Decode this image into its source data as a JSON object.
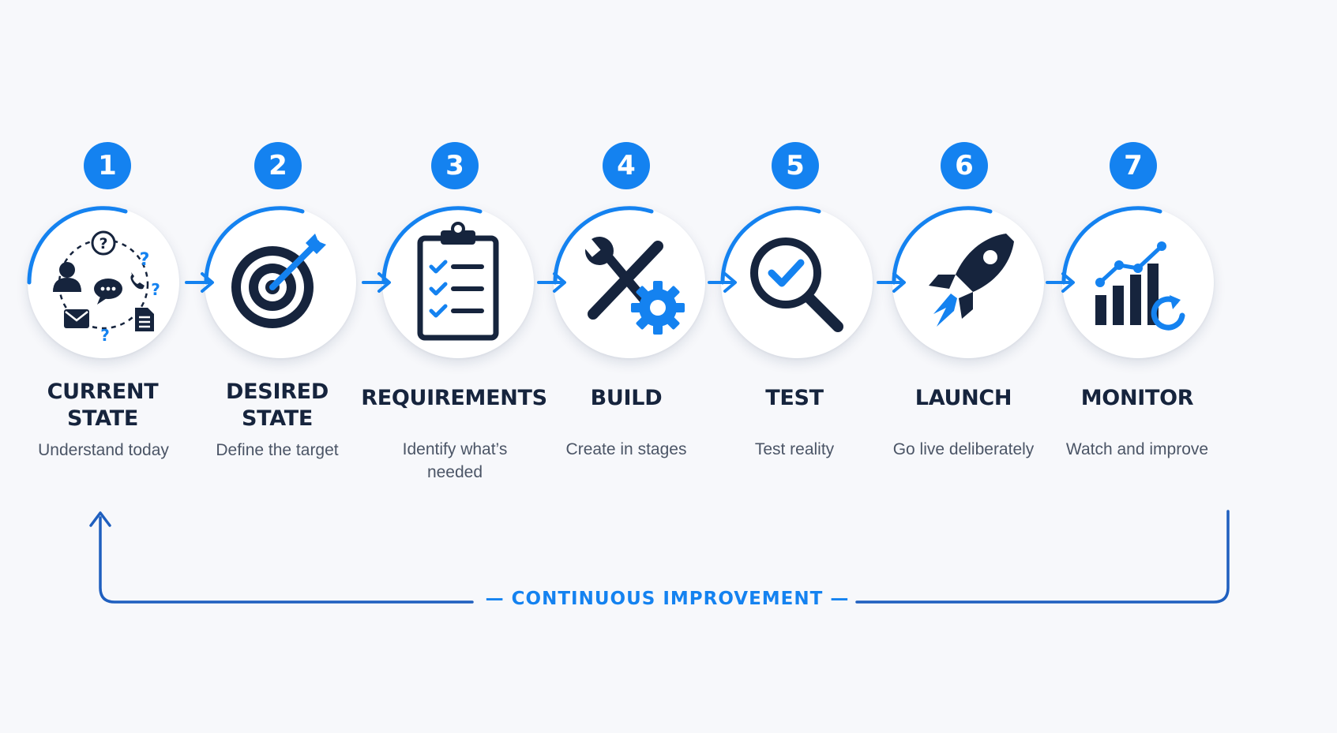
{
  "colors": {
    "accent": "#1482f0",
    "dark": "#16243d",
    "loop_line": "#1f5fbf",
    "text_muted": "#4b5566"
  },
  "steps": [
    {
      "number": "1",
      "title": "CURRENT\nSTATE",
      "description": "Understand today",
      "icon": "people-communication-icon"
    },
    {
      "number": "2",
      "title": "DESIRED\nSTATE",
      "description": "Define the target",
      "icon": "target-icon"
    },
    {
      "number": "3",
      "title": "REQUIREMENTS",
      "description": "Identify what’s\nneeded",
      "icon": "checklist-icon"
    },
    {
      "number": "4",
      "title": "BUILD",
      "description": "Create in stages",
      "icon": "tools-gear-icon"
    },
    {
      "number": "5",
      "title": "TEST",
      "description": "Test reality",
      "icon": "magnifier-check-icon"
    },
    {
      "number": "6",
      "title": "LAUNCH",
      "description": "Go live deliberately",
      "icon": "rocket-icon"
    },
    {
      "number": "7",
      "title": "MONITOR",
      "description": "Watch and improve",
      "icon": "chart-refresh-icon"
    }
  ],
  "loop": {
    "label": "— CONTINUOUS IMPROVEMENT —"
  }
}
